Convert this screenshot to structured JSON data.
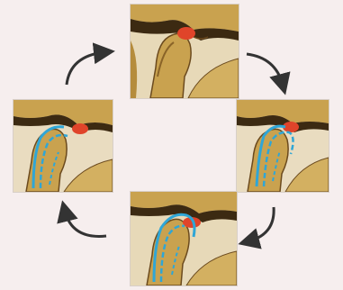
{
  "figure": {
    "panels": [
      {
        "id": "top",
        "description_icon": "jaw-joint-closed"
      },
      {
        "id": "right",
        "description_icon": "jaw-joint-opening"
      },
      {
        "id": "bottom",
        "description_icon": "jaw-joint-open"
      },
      {
        "id": "left",
        "description_icon": "jaw-joint-closing"
      }
    ],
    "arrows": [
      "clockwise-arrow-top-right",
      "clockwise-arrow-bottom-right",
      "clockwise-arrow-bottom-left",
      "clockwise-arrow-top-left"
    ]
  },
  "colors": {
    "background": "#f6eeee",
    "bone": "#c9a24f",
    "bone_shadow": "#6b4a1e",
    "disc": "#e0442a",
    "ligament": "#2fa6d6",
    "arrow": "#333333"
  }
}
